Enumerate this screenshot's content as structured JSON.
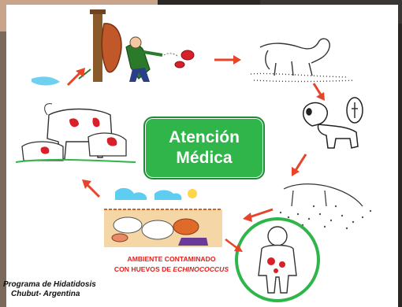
{
  "center": {
    "line1": "Atención",
    "line2": "Médica"
  },
  "environment": {
    "line1": "AMBIENTE CONTAMINADO",
    "line2_prefix": "CON HUEVOS DE ",
    "line2_italic": "ECHINOCOCCUS"
  },
  "credit": {
    "line1": "Programa de Hidatidosis",
    "line2": "Chubut- Argentina"
  },
  "colors": {
    "accent_green": "#2fb54a",
    "arrow_red": "#e8442a",
    "label_red": "#e0201c"
  }
}
